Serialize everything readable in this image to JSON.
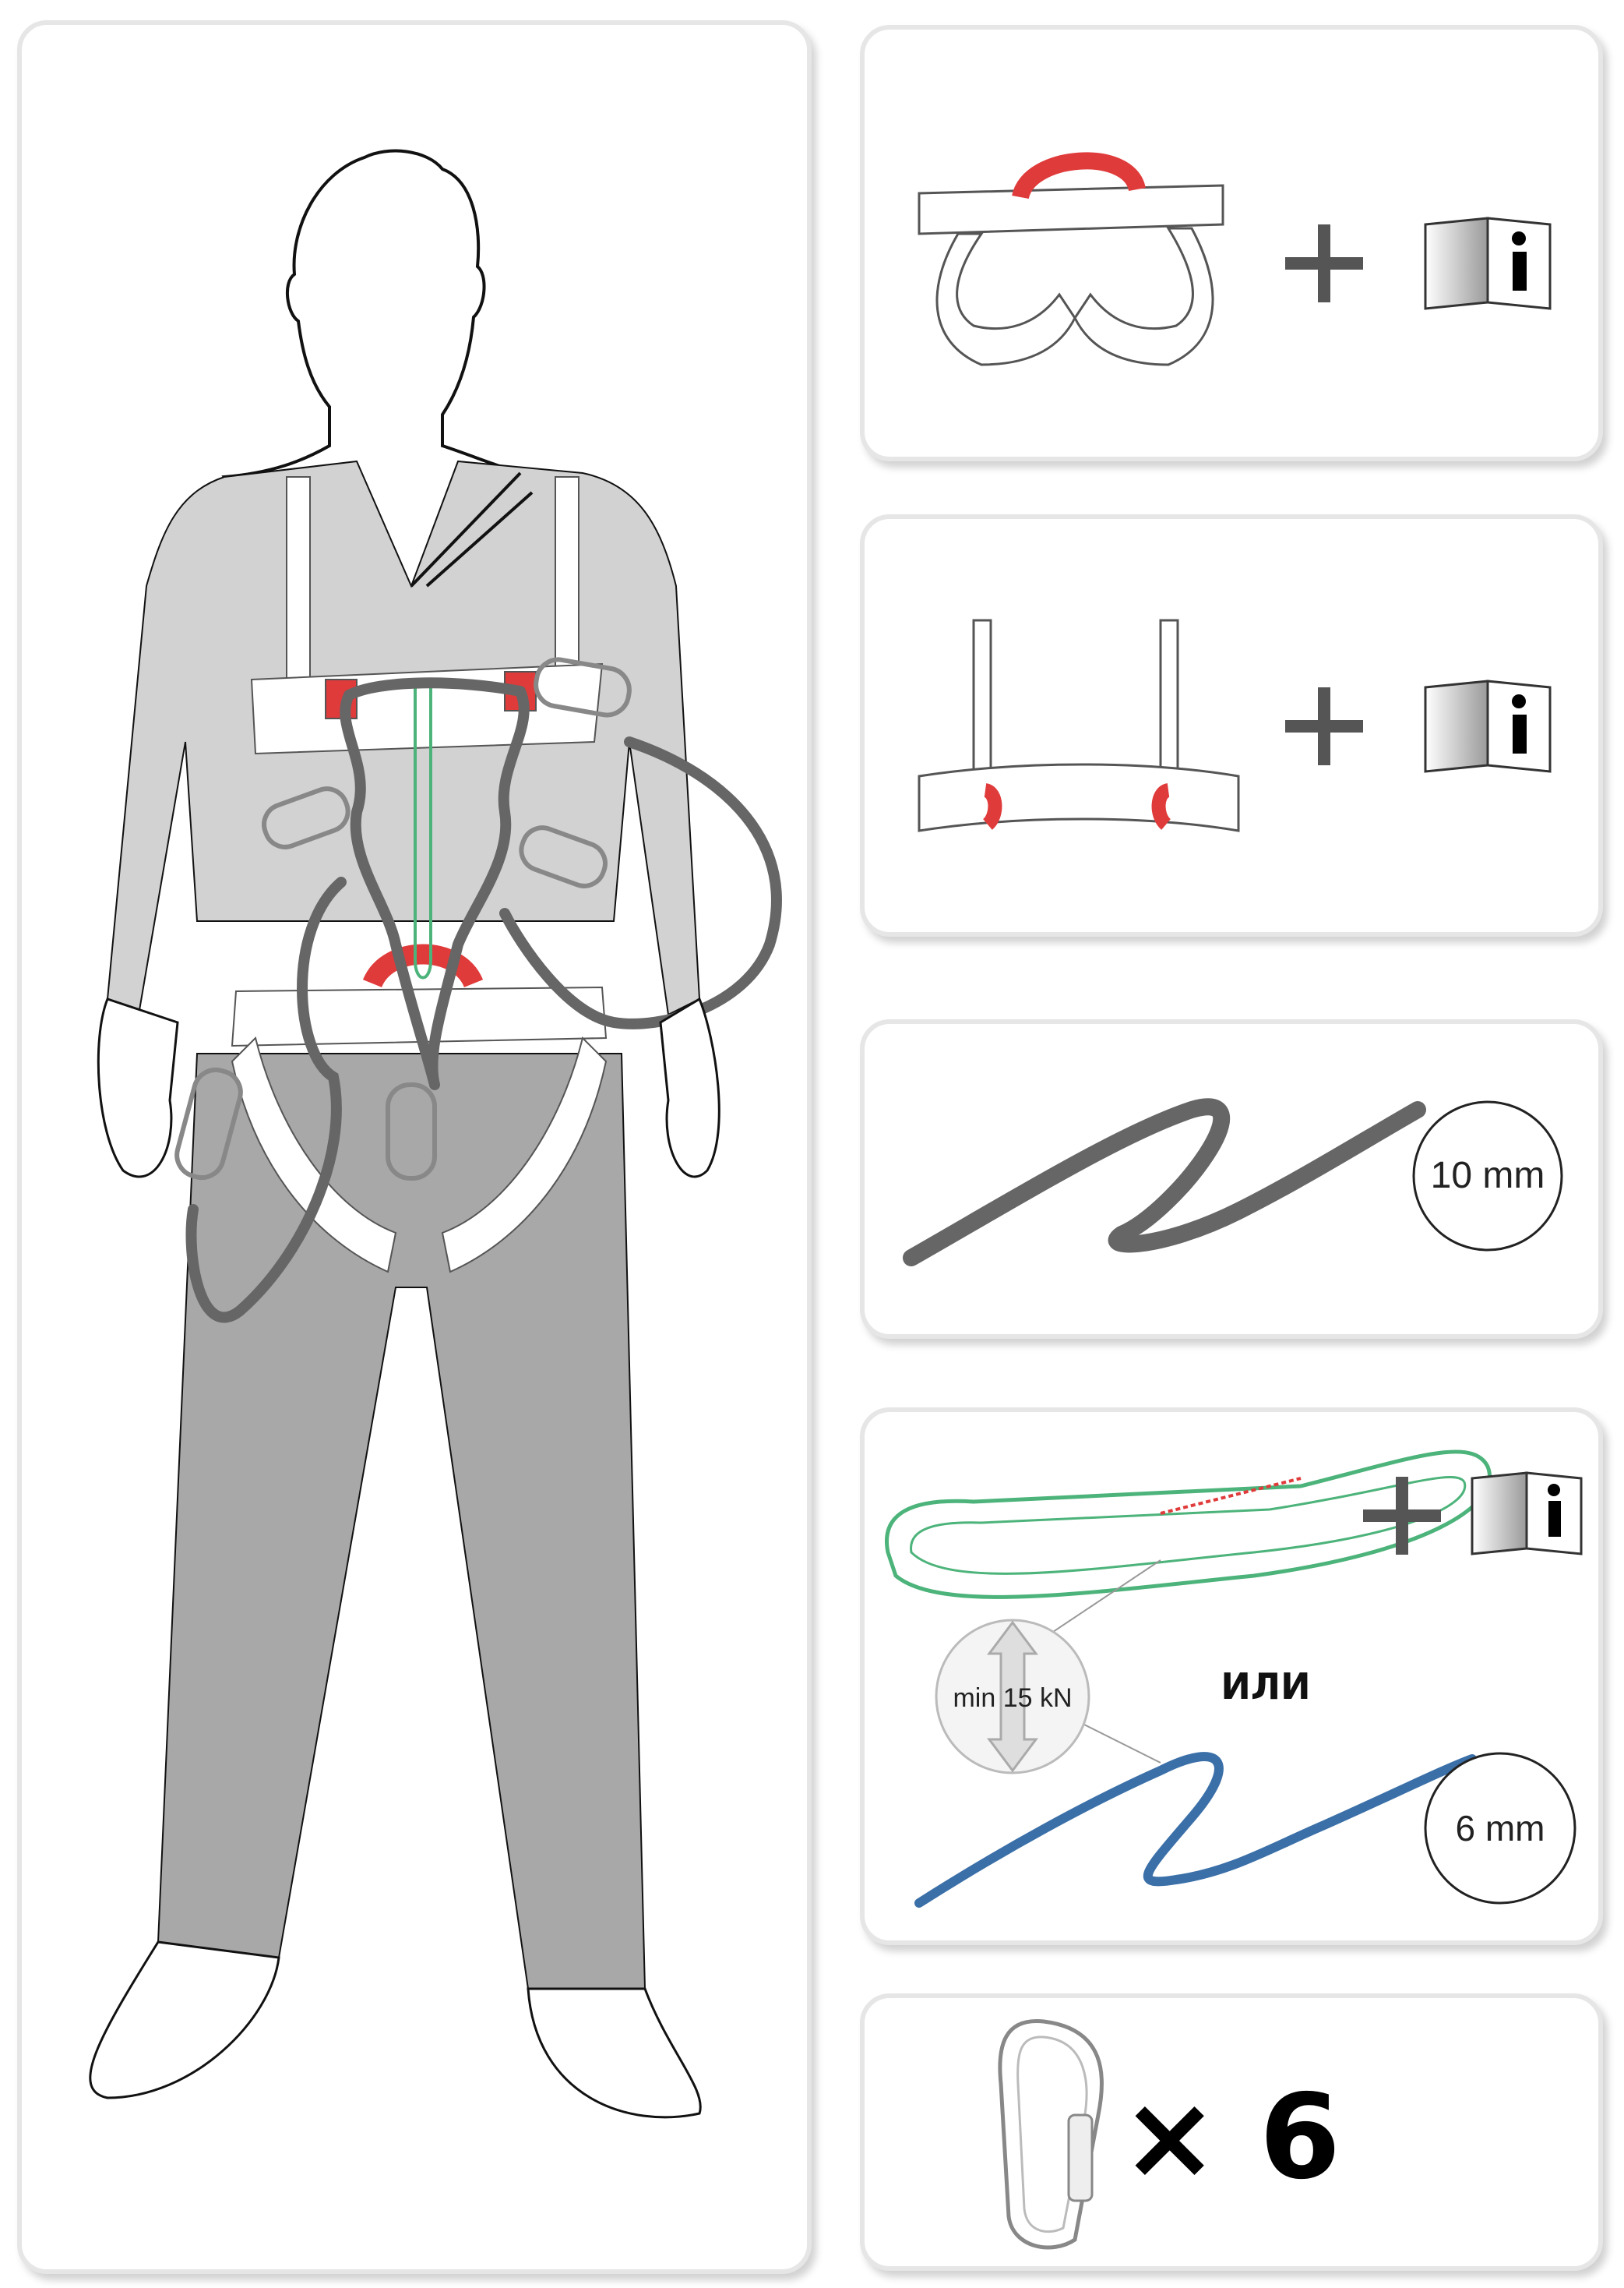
{
  "panels": {
    "main": {
      "figure": "person-wearing-improvised-full-body-harness"
    },
    "seat_harness": {
      "icons": [
        "seat-harness-icon",
        "plus-icon",
        "instruction-manual-icon"
      ]
    },
    "chest_harness": {
      "icons": [
        "chest-harness-icon",
        "plus-icon",
        "instruction-manual-icon"
      ]
    },
    "rope": {
      "diameter_label": "10 mm",
      "colors": {
        "rope": "#666666"
      }
    },
    "sling_or_cord": {
      "strength_label": "min 15 kN",
      "or_label": "ИЛИ",
      "cord_diameter_label": "6 mm",
      "colors": {
        "sling": "#4cb37a",
        "cord": "#3a6fa8"
      }
    },
    "carabiners": {
      "multiplier_label": "× 6",
      "count": 6
    }
  },
  "colors": {
    "accent_red": "#e03b3b",
    "rope_gray": "#666666",
    "sling_green": "#4cb37a",
    "cord_blue": "#3a6fa8",
    "panel_border": "#e6e6e6",
    "clothing_gray": "#d2d2d2",
    "pants_gray": "#a8a8a8"
  }
}
